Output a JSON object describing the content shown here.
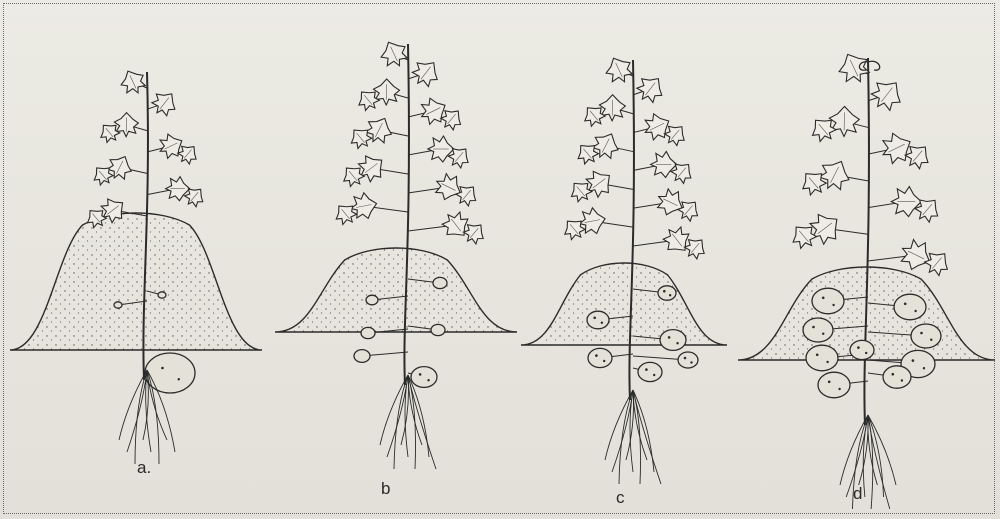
{
  "stages": [
    {
      "label": "a."
    },
    {
      "label": "b"
    },
    {
      "label": "c"
    },
    {
      "label": "d"
    }
  ]
}
